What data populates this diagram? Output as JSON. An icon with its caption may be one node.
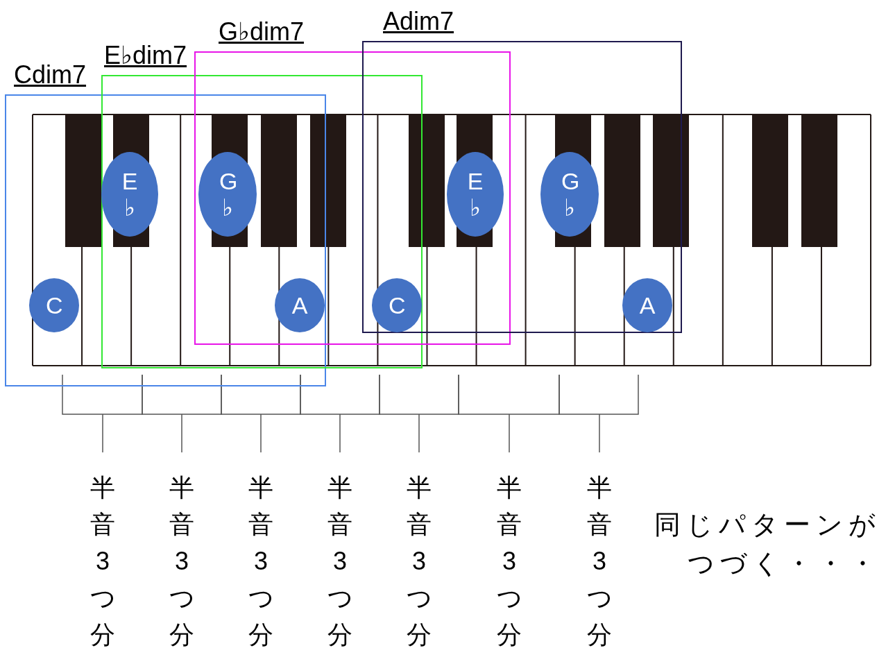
{
  "diagram": {
    "nodes": [
      {
        "text": [
          "Cdim7"
        ]
      },
      {
        "text": [
          "E♭dim7"
        ]
      },
      {
        "text": [
          "G♭dim7"
        ]
      },
      {
        "text": [
          "Adim7"
        ]
      },
      {
        "text": [
          "C"
        ],
        "in": 0
      },
      {
        "text": [
          "E ♭"
        ]
      },
      {
        "text": [
          "G ♭"
        ]
      },
      {
        "text": [
          "A"
        ]
      },
      {
        "text": [
          "C"
        ]
      },
      {
        "text": [
          "E ♭"
        ]
      },
      {
        "text": [
          "G ♭"
        ],
        "in": 3
      },
      {
        "text": [
          "A"
        ],
        "in": 3
      }
    ],
    "edges": [],
    "labels": [
      "半音3つ分",
      "半音3つ分",
      "半音3つ分",
      "半音3つ分",
      "半音3つ分",
      "半音3つ分",
      "半音3つ分",
      "同じパターンがつづく・・・"
    ]
  }
}
